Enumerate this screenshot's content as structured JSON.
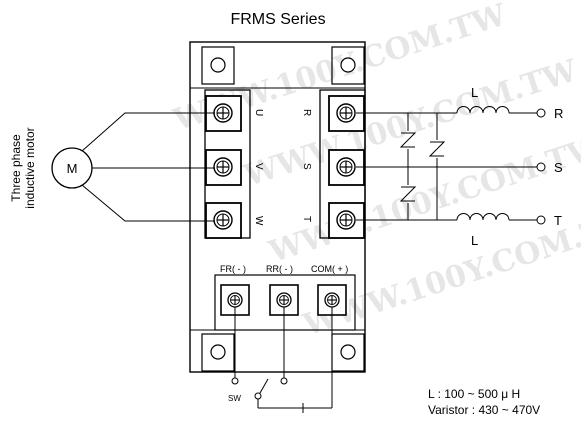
{
  "title": "FRMS Series",
  "motor": {
    "symbol": "M",
    "caption_line1": "Three phase",
    "caption_line2": "inductive motor"
  },
  "left_terminals": [
    "U",
    "V",
    "W"
  ],
  "right_terminals": [
    "R",
    "S",
    "T"
  ],
  "control_terminals": [
    "FR( - )",
    "RR( - )",
    "COM( + )"
  ],
  "inputs": [
    "R",
    "S",
    "T"
  ],
  "inductor_label": "L",
  "switch_label": "SW",
  "spec_inductance": "L : 100 ~ 500 μ H",
  "spec_varistor": "Varistor : 430 ~ 470V",
  "watermark": "WWW.100Y.COM.TW"
}
